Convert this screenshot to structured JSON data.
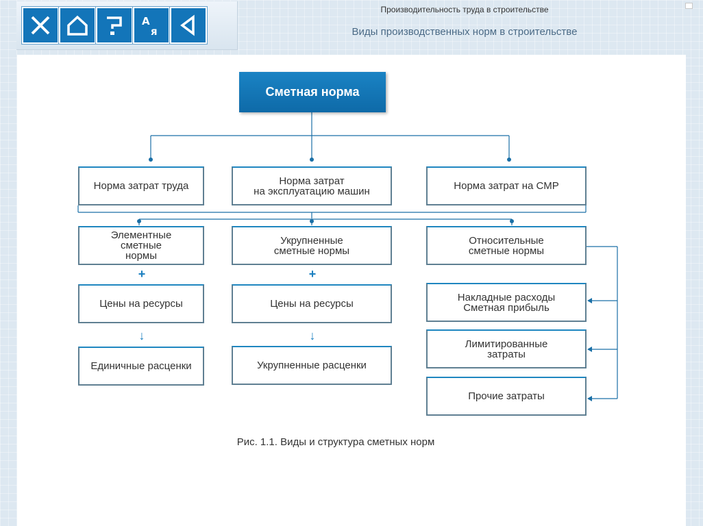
{
  "header": {
    "title": "Производительность труда в строительстве",
    "subtitle": "Виды производственных норм в строительстве"
  },
  "toolbar": [
    {
      "name": "close-button",
      "icon": "close-icon"
    },
    {
      "name": "home-button",
      "icon": "home-icon"
    },
    {
      "name": "help-button",
      "icon": "help-icon"
    },
    {
      "name": "glossary-button",
      "icon": "glossary-icon"
    },
    {
      "name": "back-button",
      "icon": "back-icon"
    }
  ],
  "diagram": {
    "root": "Сметная норма",
    "level1": [
      "Норма затрат труда",
      "Норма затрат\nна эксплуатацию машин",
      "Норма затрат на СМР"
    ],
    "col1": [
      "Элементные\nсметные\nнормы",
      "Цены на ресурсы",
      "Единичные расценки"
    ],
    "col2": [
      "Укрупненные\nсметные нормы",
      "Цены на ресурсы",
      "Укрупненные расценки"
    ],
    "col3": [
      "Относительные\nсметные нормы",
      "Накладные расходы\nСметная прибыль",
      "Лимитированные\nзатраты",
      "Прочие затраты"
    ],
    "plus": "+",
    "arrow": "↓",
    "caption": "Рис. 1.1. Виды и структура сметных норм"
  },
  "colors": {
    "accent": "#1375b9",
    "box_border": "#5f7f92",
    "connector": "#1a6fa6"
  }
}
